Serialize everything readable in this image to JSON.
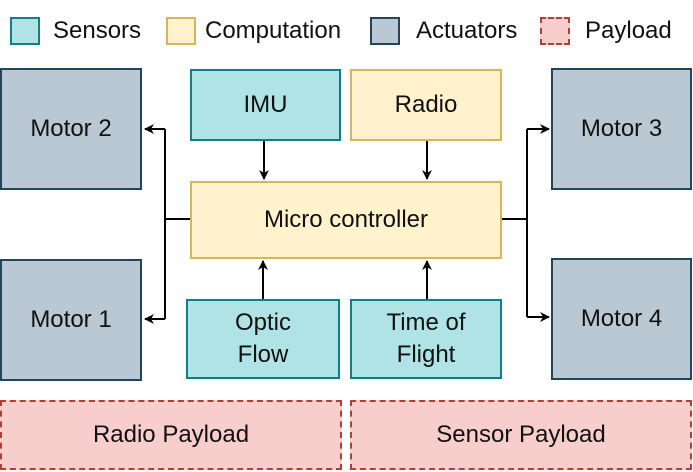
{
  "legend": [
    {
      "label": "Sensors",
      "fill": "#b0e3e6",
      "stroke": "#0e8088",
      "dashed": false
    },
    {
      "label": "Computation",
      "fill": "#fff2cc",
      "stroke": "#d6b656",
      "dashed": false
    },
    {
      "label": "Actuators",
      "fill": "#bac8d3",
      "stroke": "#23445d",
      "dashed": false
    },
    {
      "label": "Payload",
      "fill": "#f8cecc",
      "stroke": "#ae4132",
      "dashed": true
    }
  ],
  "nodes": {
    "motor2": "Motor 2",
    "imu": "IMU",
    "radio": "Radio",
    "motor3": "Motor 3",
    "microcontroller": "Micro controller",
    "motor1": "Motor 1",
    "optic_flow": "Optic\nFlow",
    "time_of_flight": "Time of\nFlight",
    "motor4": "Motor 4",
    "radio_payload": "Radio Payload",
    "sensor_payload": "Sensor Payload"
  },
  "colors": {
    "line": "#000000"
  }
}
